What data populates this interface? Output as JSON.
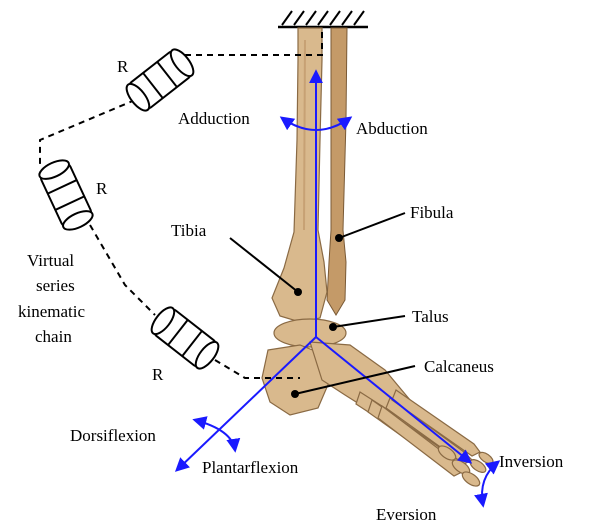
{
  "labels": {
    "adduction": "Adduction",
    "abduction": "Abduction",
    "fibula": "Fibula",
    "tibia": "Tibia",
    "talus": "Talus",
    "calcaneus": "Calcaneus",
    "dorsiflexion": "Dorsiflexion",
    "plantarflexion": "Plantarflexion",
    "inversion": "Inversion",
    "eversion": "Eversion",
    "chain_line1": "Virtual",
    "chain_line2": "series",
    "chain_line3": "kinematic",
    "chain_line4": "chain",
    "joint_r1": "R",
    "joint_r2": "R",
    "joint_r3": "R"
  },
  "colors": {
    "axis": "#1a1aff",
    "bone": "#d9b98d",
    "ink": "#000000"
  }
}
